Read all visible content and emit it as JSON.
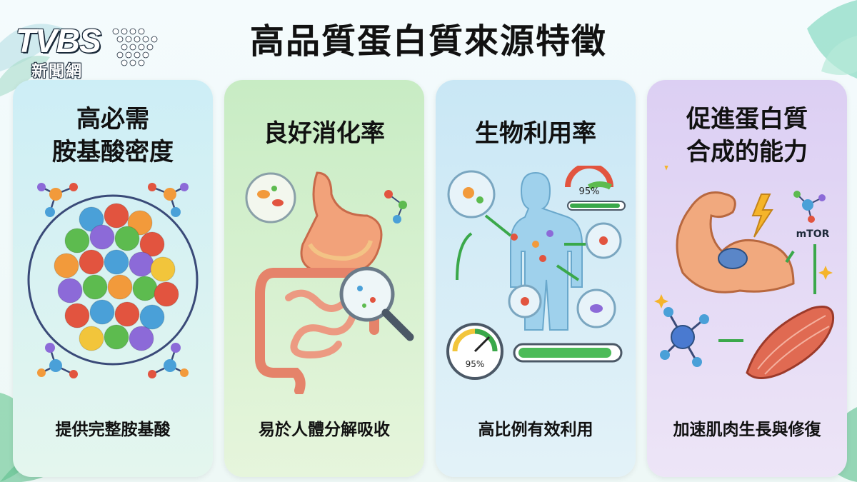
{
  "logo": {
    "brand": "TVBS",
    "sub": "新聞網"
  },
  "title": "高品質蛋白質來源特徵",
  "cards": [
    {
      "title_line1": "高必需",
      "title_line2": "胺基酸密度",
      "caption": "提供完整胺基酸"
    },
    {
      "title_line1": "良好消化率",
      "title_line2": "",
      "caption": "易於人體分解吸收"
    },
    {
      "title_line1": "生物利用率",
      "title_line2": "",
      "caption": "高比例有效利用",
      "gauge_top": "95%",
      "gauge_bottom": "95%"
    },
    {
      "title_line1": "促進蛋白質",
      "title_line2": "合成的能力",
      "caption": "加速肌肉生長與修復",
      "label": "mTOR"
    }
  ],
  "colors": {
    "card1": "#cdeef6",
    "card2": "#c8ecc4",
    "card3": "#c9e7f5",
    "card4": "#dccff3"
  }
}
